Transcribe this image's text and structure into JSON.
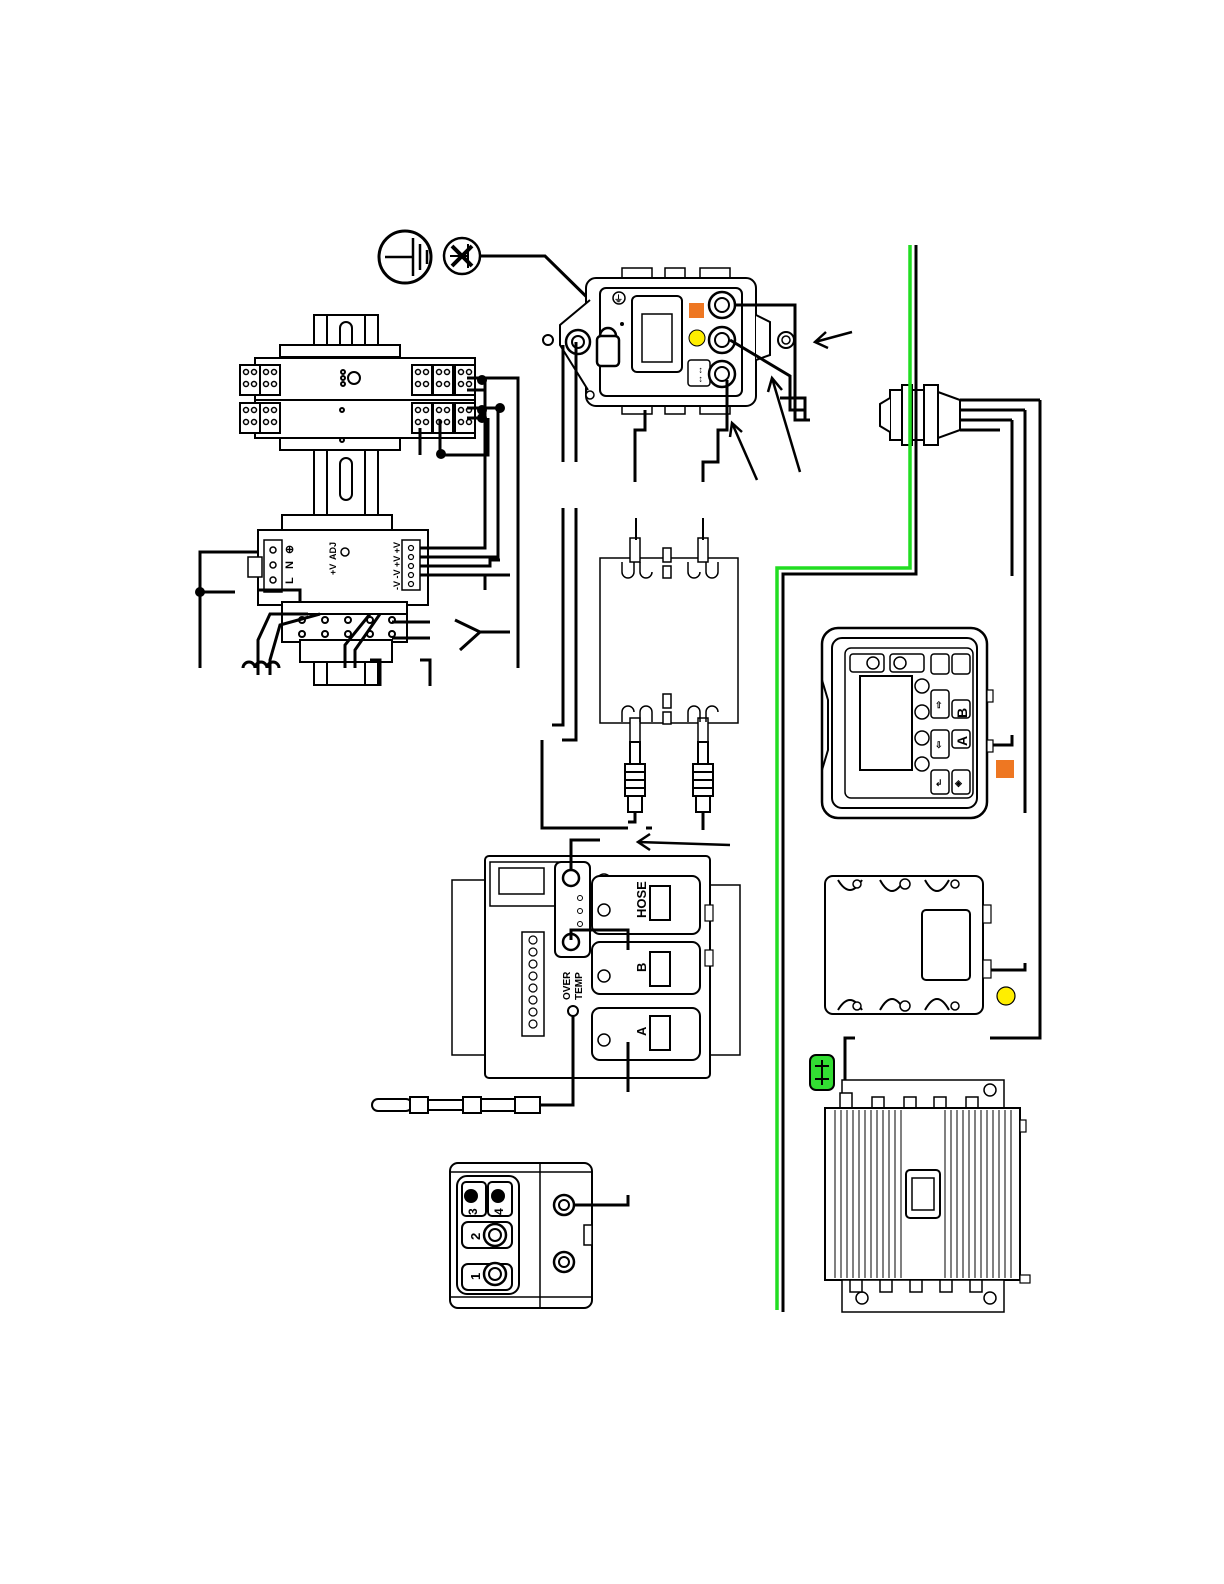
{
  "colors": {
    "wire": "#000000",
    "ground_wire": "#22dd22",
    "indicator_orange": "#ee7722",
    "indicator_yellow": "#ffee00",
    "can_badge": "#33dd33",
    "background": "#ffffff"
  },
  "icons": {
    "ground": "ground-icon",
    "no_ground": "no-ground-icon",
    "can": "can-bus-icon",
    "arrow": "arrow-icon"
  },
  "labels": {
    "psu_terminals": [
      "L",
      "N",
      "⊕"
    ],
    "psu_adj": "ADJ",
    "psu_v": "+V",
    "psu_outputs": "-V -V +V +V",
    "hose_zone": "HOSE",
    "b_zone": "B",
    "a_zone": "A",
    "over": "OVER",
    "temp": "TEMP",
    "port_1": "1",
    "port_2": "2",
    "port_3": "3",
    "port_4": "4",
    "display_b": "B",
    "display_a": "A"
  }
}
